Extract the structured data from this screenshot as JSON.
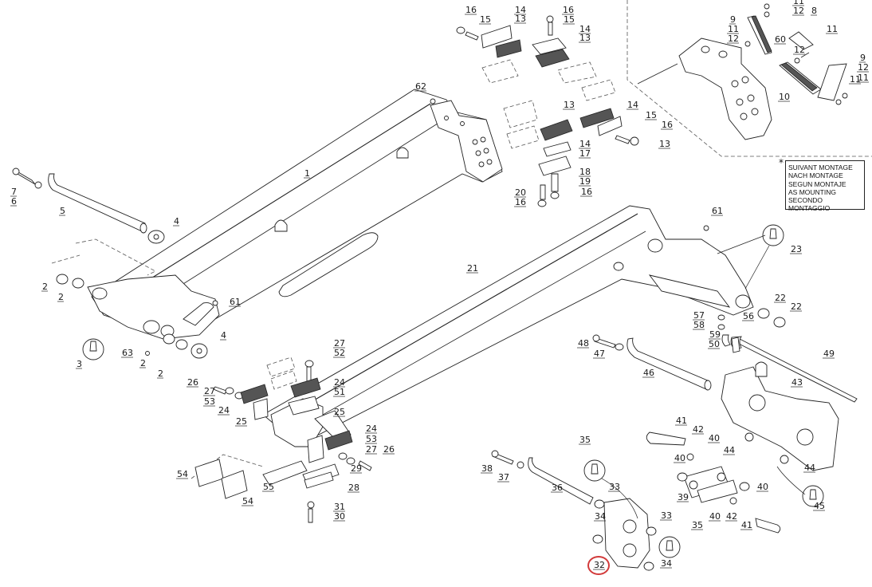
{
  "diagram": {
    "type": "exploded-parts-diagram",
    "note": {
      "marker": "*",
      "lines": [
        "SUIVANT MONTAGE",
        "NACH MONTAGE",
        "SEGUN MONTAJE",
        "AS MOUNTING",
        "SECONDO MONTAGGIO"
      ]
    },
    "highlighted_part": "32",
    "callouts": [
      {
        "label": "1"
      },
      {
        "label": "2"
      },
      {
        "label": "2"
      },
      {
        "label": "2"
      },
      {
        "label": "2"
      },
      {
        "label": "3"
      },
      {
        "label": "4"
      },
      {
        "label": "4"
      },
      {
        "label": "5"
      },
      {
        "label": "6"
      },
      {
        "label": "7"
      },
      {
        "label": "8"
      },
      {
        "label": "9"
      },
      {
        "label": "9"
      },
      {
        "label": "10"
      },
      {
        "label": "11"
      },
      {
        "label": "11"
      },
      {
        "label": "11"
      },
      {
        "label": "11"
      },
      {
        "label": "11"
      },
      {
        "label": "12"
      },
      {
        "label": "12"
      },
      {
        "label": "12"
      },
      {
        "label": "12"
      },
      {
        "label": "13"
      },
      {
        "label": "13"
      },
      {
        "label": "13"
      },
      {
        "label": "13"
      },
      {
        "label": "14"
      },
      {
        "label": "14"
      },
      {
        "label": "14"
      },
      {
        "label": "14"
      },
      {
        "label": "15"
      },
      {
        "label": "15"
      },
      {
        "label": "15"
      },
      {
        "label": "16"
      },
      {
        "label": "16"
      },
      {
        "label": "16"
      },
      {
        "label": "16"
      },
      {
        "label": "16"
      },
      {
        "label": "17"
      },
      {
        "label": "18"
      },
      {
        "label": "19"
      },
      {
        "label": "20"
      },
      {
        "label": "21"
      },
      {
        "label": "22"
      },
      {
        "label": "22"
      },
      {
        "label": "23"
      },
      {
        "label": "24"
      },
      {
        "label": "24"
      },
      {
        "label": "24"
      },
      {
        "label": "25"
      },
      {
        "label": "25"
      },
      {
        "label": "26"
      },
      {
        "label": "26"
      },
      {
        "label": "27"
      },
      {
        "label": "27"
      },
      {
        "label": "27"
      },
      {
        "label": "28"
      },
      {
        "label": "29"
      },
      {
        "label": "30"
      },
      {
        "label": "31"
      },
      {
        "label": "32"
      },
      {
        "label": "33"
      },
      {
        "label": "33"
      },
      {
        "label": "34"
      },
      {
        "label": "34"
      },
      {
        "label": "35"
      },
      {
        "label": "35"
      },
      {
        "label": "36"
      },
      {
        "label": "37"
      },
      {
        "label": "38"
      },
      {
        "label": "39"
      },
      {
        "label": "40"
      },
      {
        "label": "40"
      },
      {
        "label": "40"
      },
      {
        "label": "40"
      },
      {
        "label": "41"
      },
      {
        "label": "41"
      },
      {
        "label": "42"
      },
      {
        "label": "42"
      },
      {
        "label": "43"
      },
      {
        "label": "44"
      },
      {
        "label": "44"
      },
      {
        "label": "45"
      },
      {
        "label": "46"
      },
      {
        "label": "47"
      },
      {
        "label": "48"
      },
      {
        "label": "49"
      },
      {
        "label": "50"
      },
      {
        "label": "51"
      },
      {
        "label": "52"
      },
      {
        "label": "53"
      },
      {
        "label": "53"
      },
      {
        "label": "54"
      },
      {
        "label": "54"
      },
      {
        "label": "55"
      },
      {
        "label": "56"
      },
      {
        "label": "57"
      },
      {
        "label": "58"
      },
      {
        "label": "59"
      },
      {
        "label": "60"
      },
      {
        "label": "61"
      },
      {
        "label": "61"
      },
      {
        "label": "62"
      },
      {
        "label": "63"
      }
    ]
  }
}
